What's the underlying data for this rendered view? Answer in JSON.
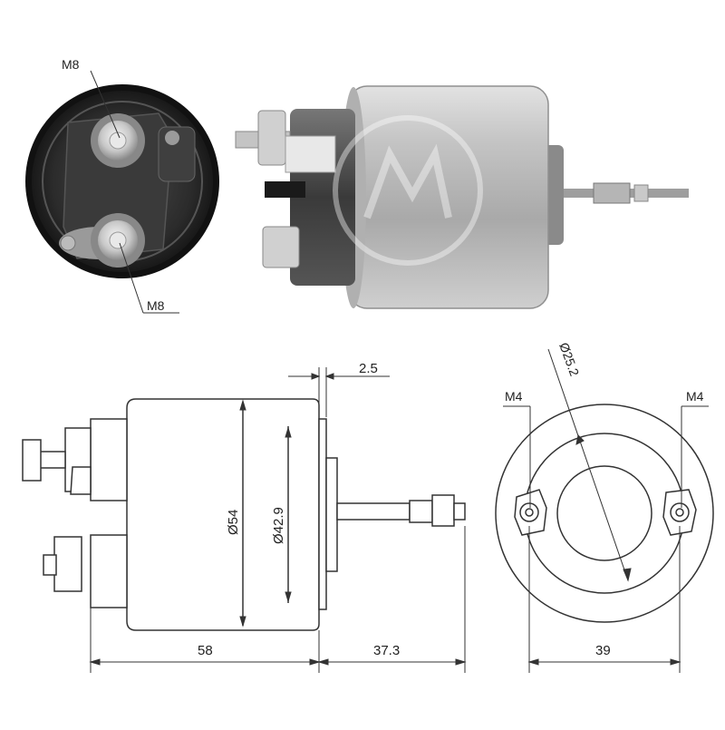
{
  "photos": {
    "end_view": {
      "terminal_top_label": "M8",
      "terminal_bottom_label": "M8",
      "body_color": "#2a2a2a",
      "terminal_color": "#cfcfcf"
    },
    "side_view": {
      "body_color": "#b8b8b8"
    }
  },
  "drawing": {
    "side": {
      "flange_thickness": "2.5",
      "outer_diameter": "Ø54",
      "inner_diameter": "Ø42.9",
      "body_length": "58",
      "plunger_length": "37.3"
    },
    "end": {
      "left_hole": "M4",
      "right_hole": "M4",
      "bore_diameter": "Ø25.2",
      "hole_spacing": "39"
    }
  },
  "colors": {
    "line": "#333333",
    "photo_shadow": "#1a1a1a"
  }
}
